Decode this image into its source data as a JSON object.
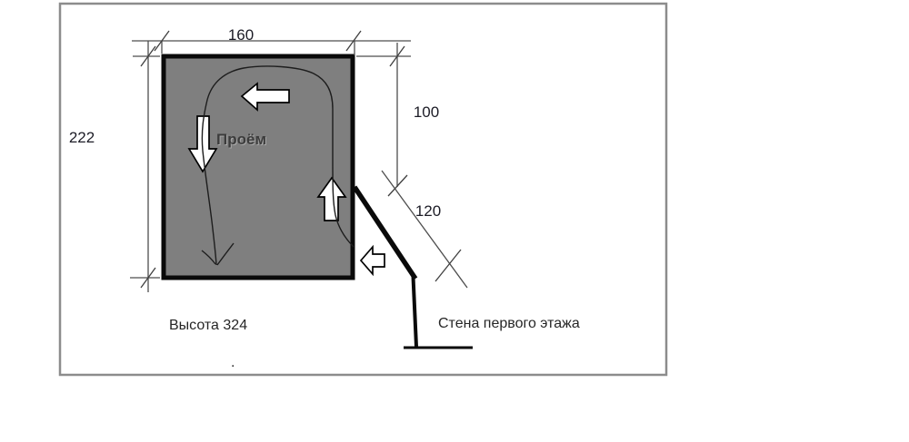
{
  "diagram": {
    "opening_label": "Проём",
    "height_note": "Высота 324",
    "wall_note": "Стена первого этажа",
    "stray_dot": ".",
    "dim_width": "160",
    "dim_height": "222",
    "dim_right": "100",
    "dim_diagonal": "120",
    "colors": {
      "opening_fill": "#7f7f7f",
      "opening_border": "#0a0a0a",
      "canvas_border": "#8c8c8c",
      "dim_line": "#4d4d4d",
      "text": "#1f1f1f"
    }
  }
}
